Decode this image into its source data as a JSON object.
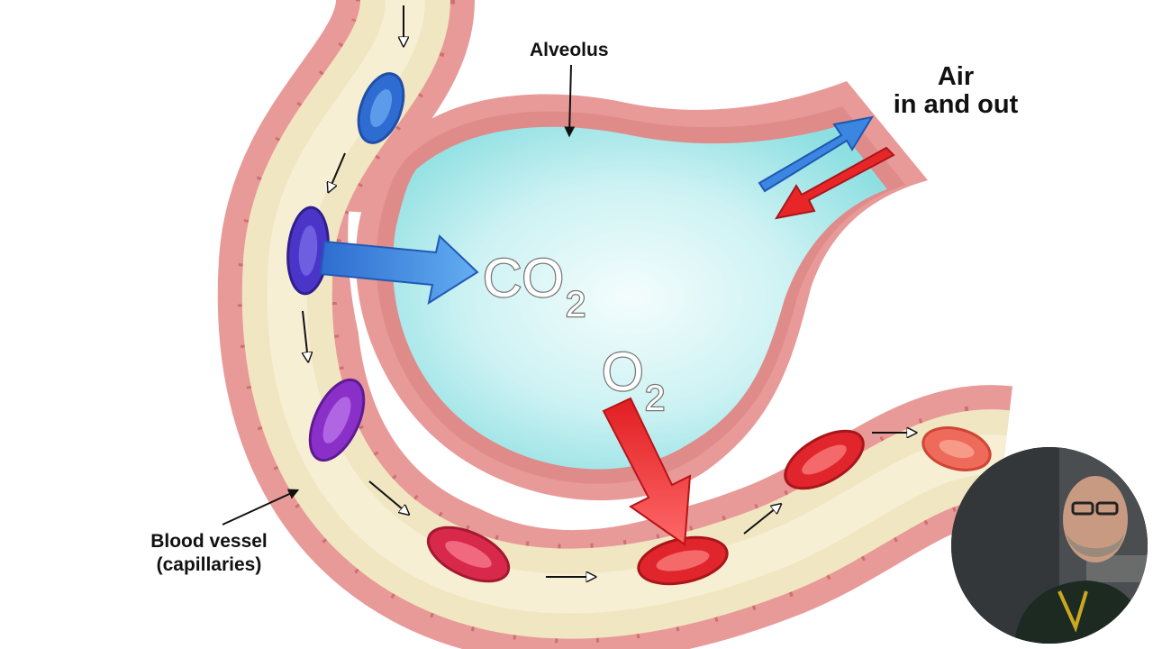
{
  "labels": {
    "alveolus": "Alveolus",
    "air_line1": "Air",
    "air_line2": "in and out",
    "vessel_line1": "Blood vessel",
    "vessel_line2": "(capillaries)"
  },
  "gases": {
    "co2_main": "CO",
    "co2_sub": "2",
    "o2_main": "O",
    "o2_sub": "2"
  },
  "colors": {
    "alveolus_fill": "#c9f0f2",
    "membrane": "#e89a98",
    "plasma": "#f1e6c2",
    "cell_deoxygenated": "#2f6fd6",
    "cell_oxygenated": "#e0262c",
    "arrow_co2": "#3a86e0",
    "arrow_o2": "#e82628"
  },
  "icons": {
    "co2_arrow": "arrow-right-icon",
    "o2_arrow": "arrow-down-icon",
    "air_in_arrow": "arrow-in-icon",
    "air_out_arrow": "arrow-out-icon",
    "flow_arrow": "small-flow-arrow-icon"
  }
}
